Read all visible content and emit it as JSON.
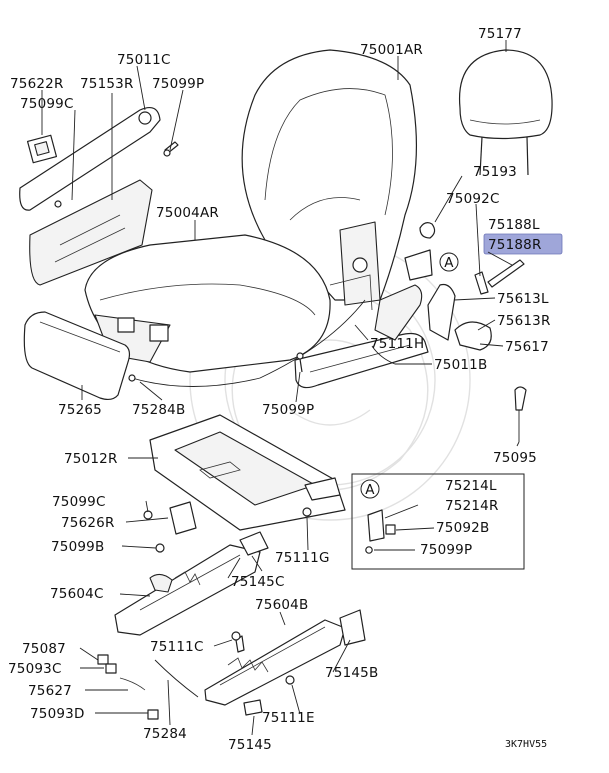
{
  "diagram": {
    "code": "3K7HV55",
    "highlight_color": "#9fa6d9",
    "inset_marker": "A",
    "labels": [
      {
        "id": "p75001ar",
        "text": "75001AR"
      },
      {
        "id": "p75177",
        "text": "75177"
      },
      {
        "id": "p75622r",
        "text": "75622R"
      },
      {
        "id": "p75153r",
        "text": "75153R"
      },
      {
        "id": "p75099p_top",
        "text": "75099P"
      },
      {
        "id": "p75011c",
        "text": "75011C"
      },
      {
        "id": "p75099c_top",
        "text": "75099C"
      },
      {
        "id": "p75004ar",
        "text": "75004AR"
      },
      {
        "id": "p75193",
        "text": "75193"
      },
      {
        "id": "p75092c",
        "text": "75092C"
      },
      {
        "id": "p75188l",
        "text": "75188L"
      },
      {
        "id": "p75188r",
        "text": "75188R",
        "highlighted": true
      },
      {
        "id": "p75613l",
        "text": "75613L"
      },
      {
        "id": "p75613r",
        "text": "75613R"
      },
      {
        "id": "p75617",
        "text": "75617"
      },
      {
        "id": "p75111h",
        "text": "75111H"
      },
      {
        "id": "p75011b",
        "text": "75011B"
      },
      {
        "id": "p75265",
        "text": "75265"
      },
      {
        "id": "p75284b",
        "text": "75284B"
      },
      {
        "id": "p75099p_mid",
        "text": "75099P"
      },
      {
        "id": "p75095",
        "text": "75095"
      },
      {
        "id": "p75012r",
        "text": "75012R"
      },
      {
        "id": "p75214l",
        "text": "75214L"
      },
      {
        "id": "p75214r",
        "text": "75214R"
      },
      {
        "id": "p75092b",
        "text": "75092B"
      },
      {
        "id": "p75099p_inset",
        "text": "75099P"
      },
      {
        "id": "p75099c_bot",
        "text": "75099C"
      },
      {
        "id": "p75626r",
        "text": "75626R"
      },
      {
        "id": "p75099b",
        "text": "75099B"
      },
      {
        "id": "p75111g",
        "text": "75111G"
      },
      {
        "id": "p75145c",
        "text": "75145C"
      },
      {
        "id": "p75604c",
        "text": "75604C"
      },
      {
        "id": "p75604b",
        "text": "75604B"
      },
      {
        "id": "p75087",
        "text": "75087"
      },
      {
        "id": "p75111c",
        "text": "75111C"
      },
      {
        "id": "p75093c",
        "text": "75093C"
      },
      {
        "id": "p75145b",
        "text": "75145B"
      },
      {
        "id": "p75627",
        "text": "75627"
      },
      {
        "id": "p75093d",
        "text": "75093D"
      },
      {
        "id": "p75111e",
        "text": "75111E"
      },
      {
        "id": "p75284",
        "text": "75284"
      },
      {
        "id": "p75145",
        "text": "75145"
      }
    ]
  }
}
